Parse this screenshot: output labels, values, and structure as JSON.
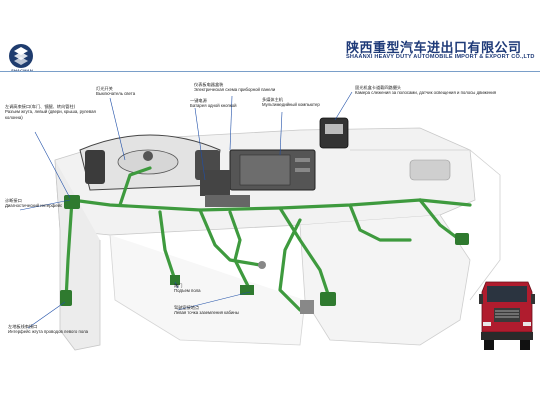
{
  "header": {
    "logo_text": "SHACMAN",
    "company_cn": "陕西重型汽车进出口有限公司",
    "company_en": "SHAANXI HEAVY DUTY AUTOMOBILE IMPORT & EXPORT CO.,LTD"
  },
  "labels": {
    "switch": {
      "cn": "灯光开关",
      "ru": "Выключатель света"
    },
    "left_harness": {
      "cn": "左调高束接口(车门、镜腿、转向管柱)",
      "ru": "Разъем жгута, левый (двери, крыша, рулевая колонна)",
      "ru2": "колонна)"
    },
    "diagnostic": {
      "cn": "诊断接口",
      "ru": "Диагностический интерфейс"
    },
    "left_floor": {
      "cn": "左地板线束接口",
      "ru": "Интерфейс жгута проводов левого пола"
    },
    "central_box": {
      "cn": "仪表板电器盒装",
      "ru": "Электрическая схема приборной панели"
    },
    "one_key": {
      "cn": "一键电源",
      "ru": "Батарея одной кнопкой"
    },
    "multimedia": {
      "cn": "多媒体主机",
      "ru": "Мультимедийный компьютер"
    },
    "camera": {
      "cn": "固光机盒卡道载四路摄头",
      "ru": "Камера слежения за полосами, датчик освещения и полосы движения"
    },
    "door": {
      "cn": "踏门",
      "ru": "Подъем пола"
    },
    "ground": {
      "cn": "驾驶室接地点",
      "ru": "Левая точка заземления кабины"
    }
  }
}
